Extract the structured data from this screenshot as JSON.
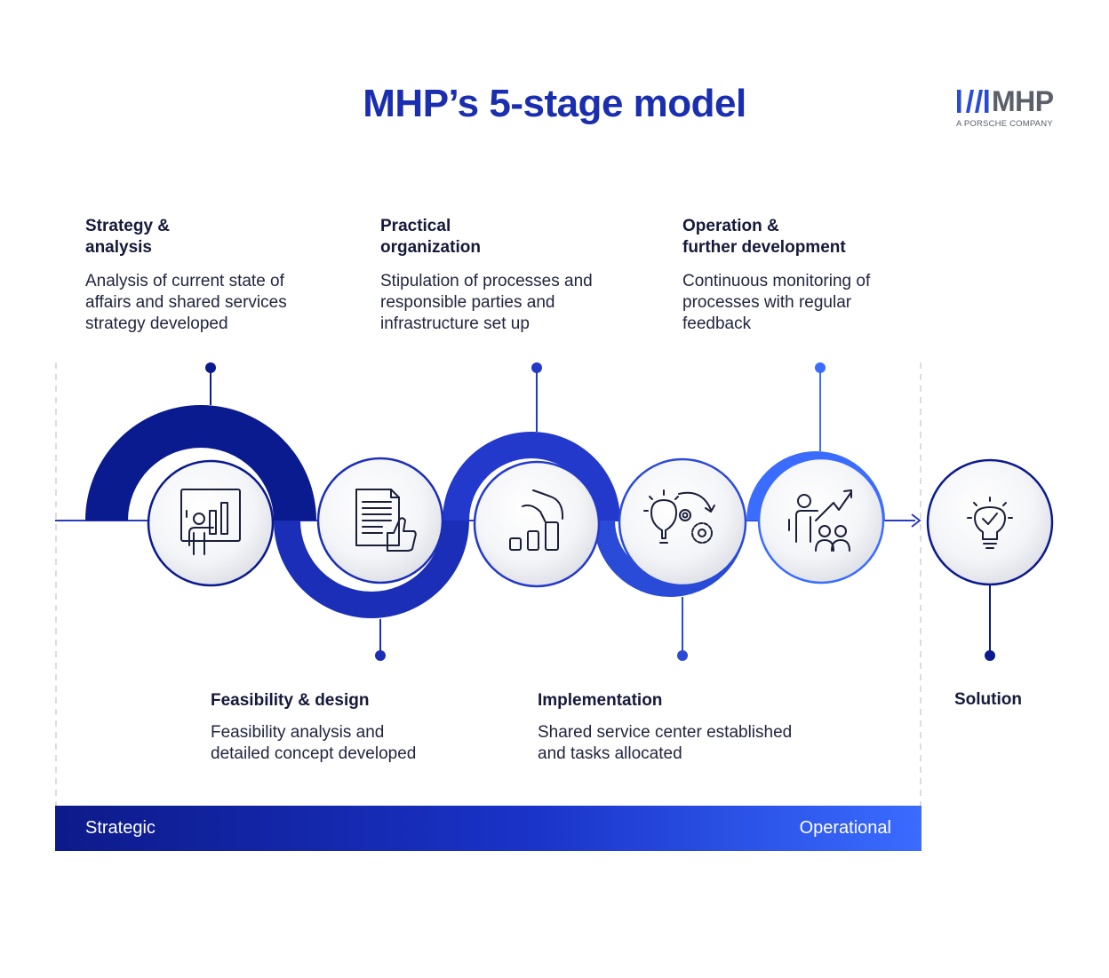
{
  "title": "MHP’s 5-stage model",
  "logo": {
    "wordmark": "MHP",
    "tagline": "A PORSCHE COMPANY"
  },
  "colors": {
    "title": "#1a2eb0",
    "stage1": "#0a1a8f",
    "stage2": "#1a2eb8",
    "stage3": "#2339cc",
    "stage4": "#2a4ad8",
    "stage5": "#3a6cff",
    "band_start": "#0d1a8a",
    "band_end": "#3a6cff"
  },
  "stages": [
    {
      "title": "Strategy &\nanalysis",
      "description": "Analysis of current state of\naffairs and shared services\nstrategy developed",
      "icon": "presentation-chart-icon"
    },
    {
      "title": "Feasibility & design",
      "description": "Feasibility analysis and\ndetailed concept developed",
      "icon": "document-thumbs-up-icon"
    },
    {
      "title": "Practical\norganization",
      "description": "Stipulation of processes and\nresponsible parties and\ninfrastructure set up",
      "icon": "hand-bar-chart-icon"
    },
    {
      "title": "Implementation",
      "description": "Shared service center established\nand tasks allocated",
      "icon": "lightbulb-gears-icon"
    },
    {
      "title": "Operation &\nfurther development",
      "description": "Continuous monitoring of\nprocesses with regular\nfeedback",
      "icon": "presenter-team-growth-icon"
    }
  ],
  "solution": {
    "label": "Solution",
    "icon": "lightbulb-check-icon"
  },
  "band": {
    "left_label": "Strategic",
    "right_label": "Operational"
  }
}
